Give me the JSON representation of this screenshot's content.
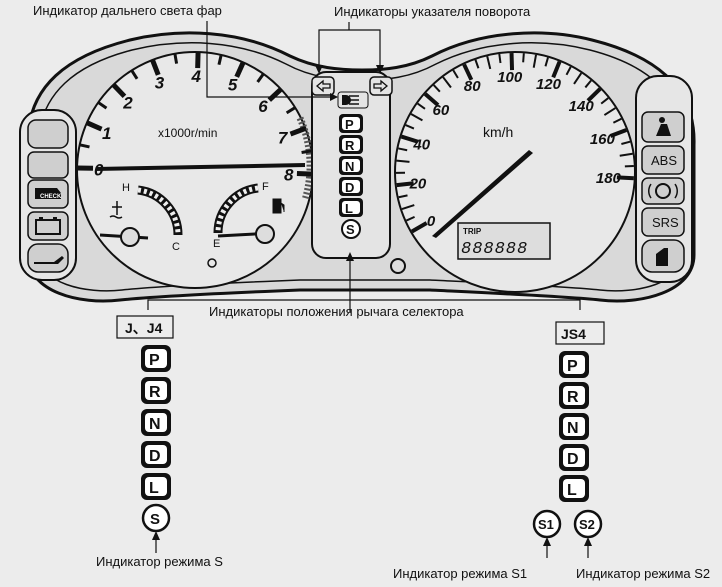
{
  "labels": {
    "high_beam": "Индикатор дальнего света фар",
    "turn_signals": "Индикаторы указателя поворота",
    "selector_position": "Индикаторы положения рычага селектора",
    "s_mode": "Индикатор режима S",
    "s1_mode": "Индикатор режима S1",
    "s2_mode": "Индикатор режима S2"
  },
  "tachometer": {
    "unit": "x1000r/min",
    "scale": [
      "0",
      "1",
      "2",
      "3",
      "4",
      "5",
      "6",
      "7",
      "8"
    ],
    "temp_hot": "H",
    "temp_cold": "C",
    "fuel_full": "F",
    "fuel_empty": "E"
  },
  "speedometer": {
    "unit": "km/h",
    "scale": [
      "0",
      "20",
      "40",
      "60",
      "80",
      "100",
      "120",
      "140",
      "160",
      "180"
    ],
    "trip_label": "TRIP",
    "odometer": "888888"
  },
  "center_gears": [
    "P",
    "R",
    "N",
    "D",
    "L",
    "S"
  ],
  "right_indicators": [
    "ABS",
    "SRS"
  ],
  "variant_left": {
    "title": "J、J4",
    "gears": [
      "P",
      "R",
      "N",
      "D",
      "L"
    ],
    "mode": "S"
  },
  "variant_right": {
    "title": "JS4",
    "gears": [
      "P",
      "R",
      "N",
      "D",
      "L"
    ],
    "modes": [
      "S1",
      "S2"
    ]
  }
}
